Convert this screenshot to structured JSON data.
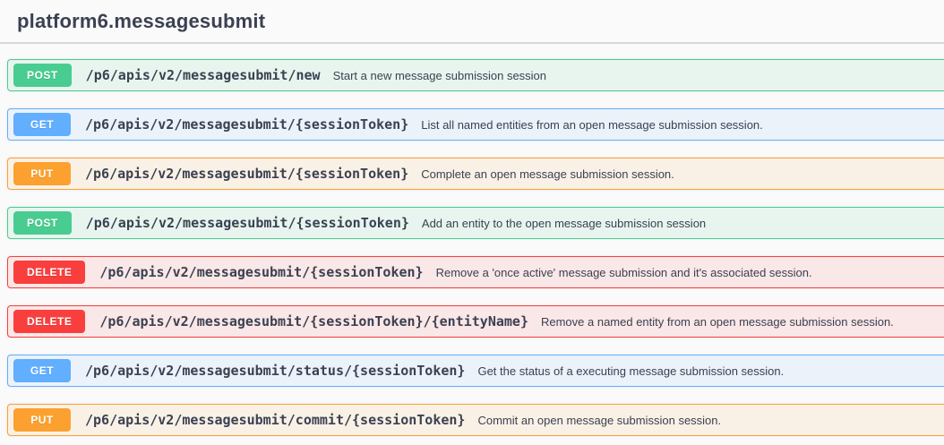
{
  "section": {
    "title": "platform6.messagesubmit"
  },
  "methods": {
    "POST": {
      "color": "#49cc90",
      "bg": "#e8f5ef"
    },
    "GET": {
      "color": "#61affe",
      "bg": "#ebf2fa"
    },
    "PUT": {
      "color": "#fca130",
      "bg": "#faf1e6"
    },
    "DELETE": {
      "color": "#f93e3e",
      "bg": "#fae7e7"
    }
  },
  "endpoints": [
    {
      "method": "POST",
      "path": "/p6/apis/v2/messagesubmit/new",
      "description": "Start a new message submission session"
    },
    {
      "method": "GET",
      "path": "/p6/apis/v2/messagesubmit/{sessionToken}",
      "description": "List all named entities from an open message submission session."
    },
    {
      "method": "PUT",
      "path": "/p6/apis/v2/messagesubmit/{sessionToken}",
      "description": "Complete an open message submission session."
    },
    {
      "method": "POST",
      "path": "/p6/apis/v2/messagesubmit/{sessionToken}",
      "description": "Add an entity to the open message submission session"
    },
    {
      "method": "DELETE",
      "path": "/p6/apis/v2/messagesubmit/{sessionToken}",
      "description": "Remove a 'once active' message submission and it's associated session."
    },
    {
      "method": "DELETE",
      "path": "/p6/apis/v2/messagesubmit/{sessionToken}/{entityName}",
      "description": "Remove a named entity from an open message submission session."
    },
    {
      "method": "GET",
      "path": "/p6/apis/v2/messagesubmit/status/{sessionToken}",
      "description": "Get the status of a executing message submission session."
    },
    {
      "method": "PUT",
      "path": "/p6/apis/v2/messagesubmit/commit/{sessionToken}",
      "description": "Commit an open message submission session."
    }
  ]
}
